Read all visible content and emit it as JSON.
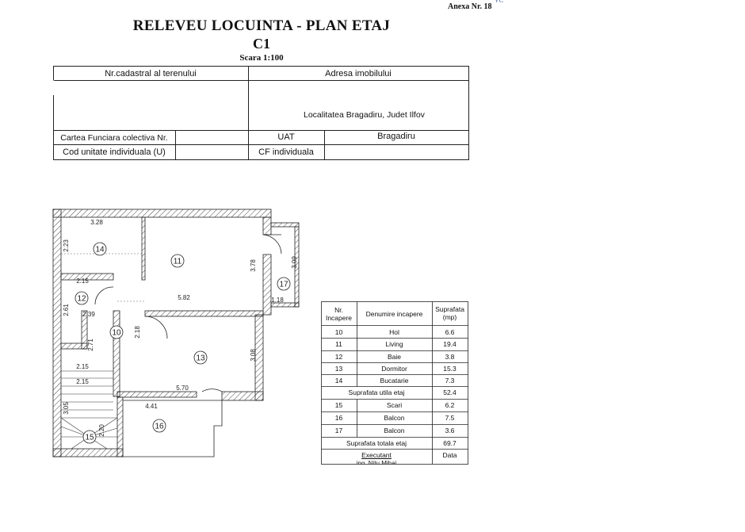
{
  "anexa": "Anexa Nr. 18",
  "anexa_mark": "VC",
  "title": "RELEVEU LOCUINTA - PLAN ETAJ",
  "subtitle": "C1",
  "scale": "Scara 1:100",
  "info_table": {
    "nr_cadastral_label": "Nr.cadastral al terenului",
    "adresa_label": "Adresa imobilului",
    "localitate": "Localitatea Bragadiru, Judet Ilfov",
    "carte_funciara_label": "Cartea Funciara colectiva Nr.",
    "uat_label": "UAT",
    "uat_value": "Bragadiru",
    "cod_unitate_label": "Cod unitate individuala (U)",
    "cf_individuala_label": "CF individuala"
  },
  "plan": {
    "dimensions": [
      "3.28",
      "2.23",
      "2.15",
      "2.61",
      "2.39",
      "2.71",
      "2.18",
      "2.15",
      "2.15",
      "3.05",
      "2.20",
      "4.41",
      "5.70",
      "5.82",
      "3.78",
      "3.09",
      "1.18",
      "3.08"
    ],
    "rooms": [
      "14",
      "11",
      "17",
      "12",
      "10",
      "13",
      "16",
      "15"
    ]
  },
  "rooms_table": {
    "headers": [
      "Nr. Incapere",
      "Denumire incapere",
      "Suprafata (mp)"
    ],
    "rows": [
      {
        "nr": "10",
        "name": "Hol",
        "area": "6.6"
      },
      {
        "nr": "11",
        "name": "Living",
        "area": "19.4"
      },
      {
        "nr": "12",
        "name": "Baie",
        "area": "3.8"
      },
      {
        "nr": "13",
        "name": "Dormitor",
        "area": "15.3"
      },
      {
        "nr": "14",
        "name": "Bucatarie",
        "area": "7.3"
      }
    ],
    "utila_label": "Suprafata utila etaj",
    "utila_value": "52.4",
    "extra_rows": [
      {
        "nr": "15",
        "name": "Scari",
        "area": "6.2"
      },
      {
        "nr": "16",
        "name": "Balcon",
        "area": "7.5"
      },
      {
        "nr": "17",
        "name": "Balcon",
        "area": "3.6"
      }
    ],
    "totala_label": "Suprafata totala etaj",
    "totala_value": "69.7",
    "executant_label": "Executant",
    "data_label": "Data",
    "executant_name": "ing. Nitu Mihai"
  }
}
